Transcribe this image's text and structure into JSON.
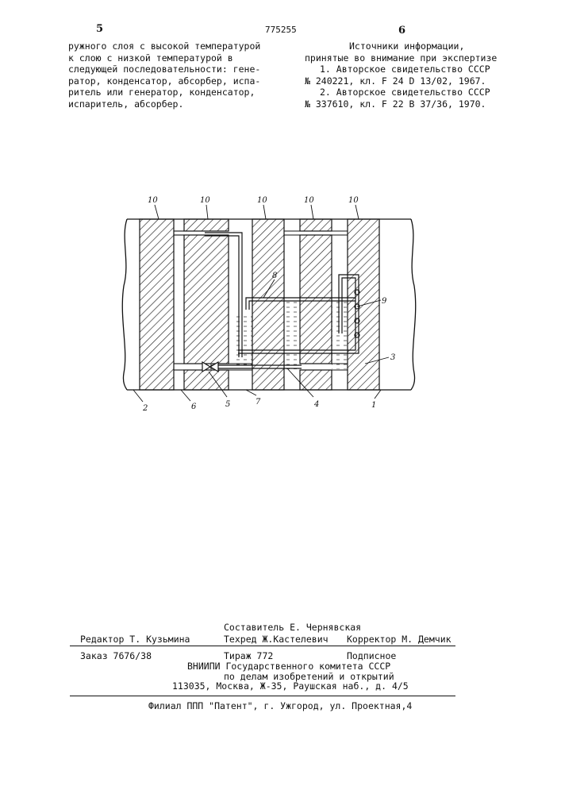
{
  "header": {
    "page_left": "5",
    "patent_number": "775255",
    "page_right": "6"
  },
  "left_column": [
    "ружного слоя с высокой температурой",
    "к слою с низкой температурой в",
    "следующей последовательности: гене-",
    "ратор, конденсатор, абсорбер, испа-",
    "ритель или генератор, конденсатор,",
    "испаритель, абсорбер."
  ],
  "right_column": {
    "heading_1": "Источники информации,",
    "heading_2": "принятые во внимание при экспертизе",
    "ref1_line1": "1. Авторское свидетельство СССР",
    "ref1_line2": "№ 240221, кл. F 24 D  13/02, 1967.",
    "ref2_line1": "2. Авторское свидетельство СССР",
    "ref2_line2": "№ 337610, кл. F 22 В 37/36, 1970."
  },
  "figure_labels": {
    "top": [
      "10",
      "10",
      "10",
      "10",
      "10"
    ],
    "l8": "8",
    "l9": "9",
    "l3": "3",
    "l2": "2",
    "l6": "6",
    "l5": "5",
    "l7": "7",
    "l4": "4",
    "l1": "1"
  },
  "footer": {
    "compiler": "Составитель Е. Чернявская",
    "editor": "Редактор Т. Кузьмина",
    "techred": "Техред Ж.Кастелевич",
    "corrector": "Корректор М. Демчик",
    "order": "Заказ 7676/38",
    "circulation": "Тираж 772",
    "subscription": "Подписное",
    "org1": "ВНИИПИ Государственного комитета СССР",
    "org2": "по делам изобретений и открытий",
    "address": "113035, Москва, Ж-35, Раушская наб., д. 4/5",
    "branch": "Филиал ППП \"Патент\", г. Ужгород, ул. Проектная,4"
  }
}
